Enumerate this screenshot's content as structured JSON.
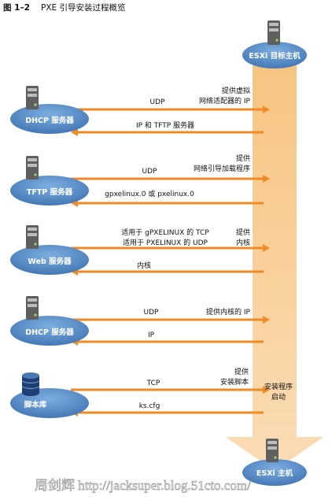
{
  "title": {
    "figure_number": "图 1–2",
    "text": "PXE 引导安装过程概览"
  },
  "top_host": {
    "label": "ESXi 目标主机"
  },
  "bottom_host": {
    "label": "ESXi 主机"
  },
  "servers": [
    {
      "label": "DHCP 服务器",
      "icon": "server-tower-icon",
      "request_label": "UDP",
      "response_label": "IP 和 TFTP 服务器",
      "side_note": [
        "提供虚拟",
        "网络适配器的 IP"
      ]
    },
    {
      "label": "TFTP 服务器",
      "icon": "server-tower-icon",
      "request_label": "UDP",
      "response_label": "gpxelinux.0 或 pxelinux.0",
      "side_note": [
        "提供",
        "网络引导加载程序"
      ]
    },
    {
      "label": "Web 服务器",
      "icon": "server-tower-icon",
      "request_label": [
        "适用于 gPXELINUX 的 TCP",
        "适用于 PXELINUX 的 UDP"
      ],
      "response_label": "内核",
      "side_note": [
        "提供",
        "内核"
      ]
    },
    {
      "label": "DHCP 服务器",
      "icon": "server-tower-icon",
      "request_label": "UDP",
      "response_label": "IP",
      "side_note": [
        "提供内核的 IP"
      ]
    },
    {
      "label": "脚本库",
      "icon": "database-icon",
      "request_label": "TCP",
      "response_label": "ks.cfg",
      "side_note": [
        "提供",
        "安装脚本"
      ]
    }
  ],
  "installer_start": [
    "安装程序",
    "启动"
  ],
  "watermark": "周剑辉 http://jacksuper.blog.51cto.com/",
  "colors": {
    "node_fill": "#5b8fc8",
    "flow_arrow": "#f08a24",
    "vertical_arrow": "#f8ca90",
    "text": "#1a1a1a",
    "host_icon": "#6d6d6d"
  }
}
